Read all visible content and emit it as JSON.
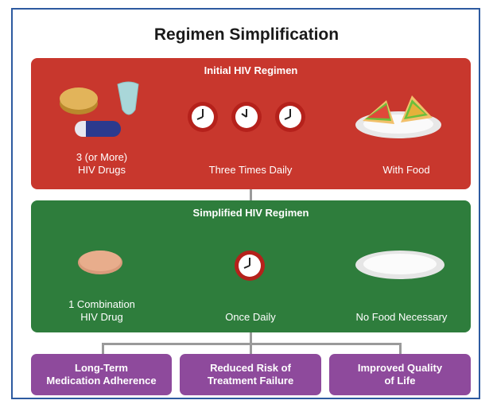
{
  "title": "Regimen Simplification",
  "initial": {
    "title": "Initial HIV Regimen",
    "drugs_label_line1": "3 (or More)",
    "drugs_label_line2": "HIV Drugs",
    "frequency_label": "Three Times Daily",
    "food_label": "With Food"
  },
  "simplified": {
    "title": "Simplified HIV Regimen",
    "drug_label_line1": "1 Combination",
    "drug_label_line2": "HIV Drug",
    "frequency_label": "Once Daily",
    "food_label": "No Food Necessary"
  },
  "outcomes": [
    {
      "line1": "Long-Term",
      "line2": "Medication Adherence"
    },
    {
      "line1": "Reduced Risk of",
      "line2": "Treatment Failure"
    },
    {
      "line1": "Improved Quality",
      "line2": "of Life"
    }
  ],
  "colors": {
    "initial_panel": "#c8372d",
    "simplified_panel": "#2e7d3c",
    "outcome_box": "#8e4a9c",
    "frame": "#2d5aa0"
  }
}
